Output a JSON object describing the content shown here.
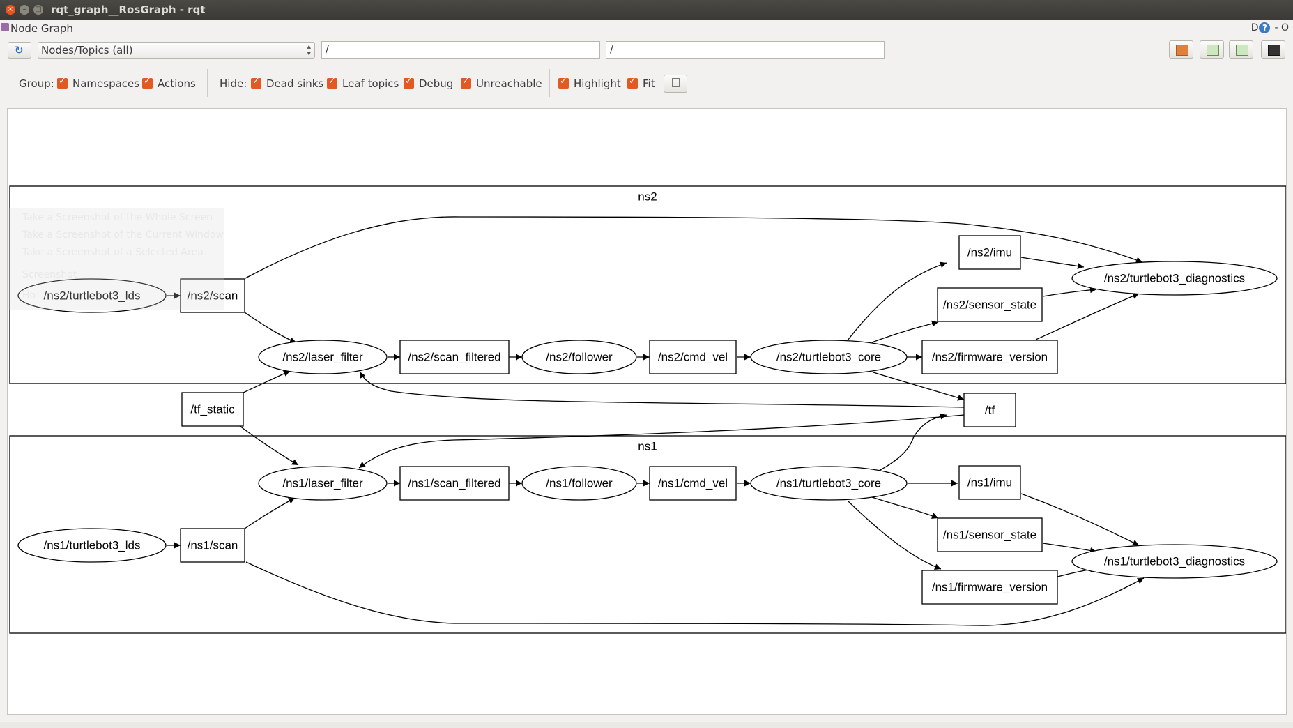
{
  "window": {
    "title": "rqt_graph__RosGraph - rqt",
    "close": "×",
    "minimize": "–",
    "maximize": "□"
  },
  "plugin": {
    "title": "Node Graph",
    "right_d": "D",
    "help": "?",
    "right_rest": "- O"
  },
  "toolbar": {
    "refresh_icon": "refresh-icon",
    "combo_value": "Nodes/Topics (all)",
    "ns_filter": "/",
    "topic_filter": "/"
  },
  "options": {
    "group_label": "Group:",
    "namespaces": "Namespaces",
    "actions": "Actions",
    "hide_label": "Hide:",
    "dead_sinks": "Dead sinks",
    "leaf_topics": "Leaf topics",
    "debug": "Debug",
    "unreachable": "Unreachable",
    "highlight": "Highlight",
    "fit": "Fit"
  },
  "ghost_menu": {
    "items": [
      "Take a Screenshot of the Whole Screen",
      "Take a Screenshot of the Current Window",
      "Take a Screenshot of a Selected Area"
    ],
    "heading": "Screenshot",
    "extra": "Ho"
  },
  "colors": {
    "accent": "#e25a23",
    "titlebar": "#3b3a36"
  },
  "graph": {
    "clusters": [
      {
        "id": "c-ns2",
        "label": "ns2"
      },
      {
        "id": "c-ns1",
        "label": "ns1"
      }
    ],
    "nodes": [
      {
        "id": "ns2-lds",
        "label": "/ns2/turtlebot3_lds",
        "shape": "ellipse"
      },
      {
        "id": "ns2-scan",
        "label": "/ns2/scan",
        "shape": "box"
      },
      {
        "id": "ns2-laser",
        "label": "/ns2/laser_filter",
        "shape": "ellipse"
      },
      {
        "id": "ns2-scanf",
        "label": "/ns2/scan_filtered",
        "shape": "box"
      },
      {
        "id": "ns2-follower",
        "label": "/ns2/follower",
        "shape": "ellipse"
      },
      {
        "id": "ns2-cmdvel",
        "label": "/ns2/cmd_vel",
        "shape": "box"
      },
      {
        "id": "ns2-core",
        "label": "/ns2/turtlebot3_core",
        "shape": "ellipse"
      },
      {
        "id": "ns2-imu",
        "label": "/ns2/imu",
        "shape": "box"
      },
      {
        "id": "ns2-sensor",
        "label": "/ns2/sensor_state",
        "shape": "box"
      },
      {
        "id": "ns2-firm",
        "label": "/ns2/firmware_version",
        "shape": "box"
      },
      {
        "id": "ns2-diag",
        "label": "/ns2/turtlebot3_diagnostics",
        "shape": "ellipse"
      },
      {
        "id": "tf-static",
        "label": "/tf_static",
        "shape": "box"
      },
      {
        "id": "tf",
        "label": "/tf",
        "shape": "box"
      },
      {
        "id": "ns1-laser",
        "label": "/ns1/laser_filter",
        "shape": "ellipse"
      },
      {
        "id": "ns1-scanf",
        "label": "/ns1/scan_filtered",
        "shape": "box"
      },
      {
        "id": "ns1-follower",
        "label": "/ns1/follower",
        "shape": "ellipse"
      },
      {
        "id": "ns1-cmdvel",
        "label": "/ns1/cmd_vel",
        "shape": "box"
      },
      {
        "id": "ns1-core",
        "label": "/ns1/turtlebot3_core",
        "shape": "ellipse"
      },
      {
        "id": "ns1-imu",
        "label": "/ns1/imu",
        "shape": "box"
      },
      {
        "id": "ns1-sensor",
        "label": "/ns1/sensor_state",
        "shape": "box"
      },
      {
        "id": "ns1-firm",
        "label": "/ns1/firmware_version",
        "shape": "box"
      },
      {
        "id": "ns1-diag",
        "label": "/ns1/turtlebot3_diagnostics",
        "shape": "ellipse"
      },
      {
        "id": "ns1-lds",
        "label": "/ns1/turtlebot3_lds",
        "shape": "ellipse"
      },
      {
        "id": "ns1-scan",
        "label": "/ns1/scan",
        "shape": "box"
      }
    ],
    "edges": [
      [
        "ns2-lds",
        "ns2-scan"
      ],
      [
        "ns2-scan",
        "ns2-laser"
      ],
      [
        "ns2-scan",
        "ns2-diag"
      ],
      [
        "ns2-laser",
        "ns2-scanf"
      ],
      [
        "ns2-scanf",
        "ns2-follower"
      ],
      [
        "ns2-follower",
        "ns2-cmdvel"
      ],
      [
        "ns2-cmdvel",
        "ns2-core"
      ],
      [
        "ns2-core",
        "ns2-imu"
      ],
      [
        "ns2-core",
        "ns2-sensor"
      ],
      [
        "ns2-core",
        "ns2-firm"
      ],
      [
        "ns2-core",
        "tf"
      ],
      [
        "ns2-imu",
        "ns2-diag"
      ],
      [
        "ns2-sensor",
        "ns2-diag"
      ],
      [
        "ns2-firm",
        "ns2-diag"
      ],
      [
        "tf",
        "ns2-laser"
      ],
      [
        "tf-static",
        "ns2-laser"
      ],
      [
        "tf-static",
        "ns1-laser"
      ],
      [
        "tf",
        "ns1-laser"
      ],
      [
        "ns1-core",
        "tf"
      ],
      [
        "ns1-laser",
        "ns1-scanf"
      ],
      [
        "ns1-scanf",
        "ns1-follower"
      ],
      [
        "ns1-follower",
        "ns1-cmdvel"
      ],
      [
        "ns1-cmdvel",
        "ns1-core"
      ],
      [
        "ns1-core",
        "ns1-imu"
      ],
      [
        "ns1-core",
        "ns1-sensor"
      ],
      [
        "ns1-core",
        "ns1-firm"
      ],
      [
        "ns1-imu",
        "ns1-diag"
      ],
      [
        "ns1-sensor",
        "ns1-diag"
      ],
      [
        "ns1-firm",
        "ns1-diag"
      ],
      [
        "ns1-lds",
        "ns1-scan"
      ],
      [
        "ns1-scan",
        "ns1-laser"
      ],
      [
        "ns1-scan",
        "ns1-diag"
      ]
    ]
  }
}
